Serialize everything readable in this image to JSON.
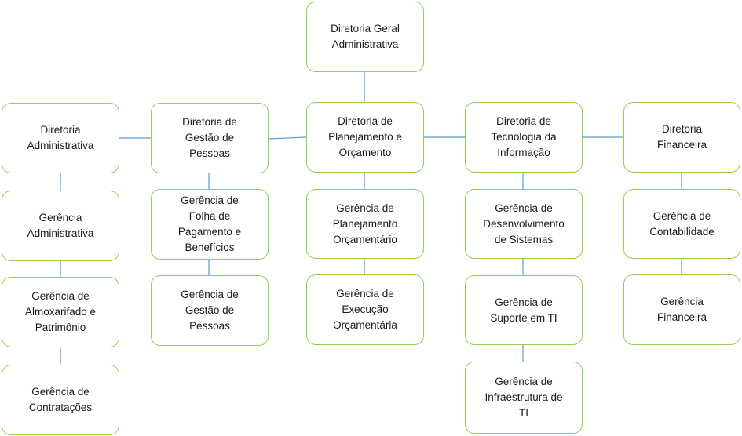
{
  "org": {
    "root": "Diretoria Geral\nAdministrativa",
    "directorates": [
      {
        "label": "Diretoria\nAdministrativa",
        "units": [
          "Gerência\nAdministrativa",
          "Gerência de\nAlmoxarifado e\nPatrimônio",
          "Gerência de\nContratações"
        ]
      },
      {
        "label": "Diretoria de\nGestão de\nPessoas",
        "units": [
          "Gerência de\nFolha de\nPagamento e\nBenefícios",
          "Gerência de\nGestão de\nPessoas"
        ]
      },
      {
        "label": "Diretoria de\nPlanejamento e\nOrçamento",
        "units": [
          "Gerência de\nPlanejamento\nOrçamentário",
          "Gerência de\nExecução\nOrçamentária"
        ]
      },
      {
        "label": "Diretoria de\nTecnologia da\nInformação",
        "units": [
          "Gerência de\nDesenvolvimento\nde Sistemas",
          "Gerência de\nSuporte em TI",
          "Gerência de\nInfraestrutura de\nTI"
        ]
      },
      {
        "label": "Diretoria\nFinanceira",
        "units": [
          "Gerência de\nContabilidade",
          "Gerência\nFinanceira"
        ]
      }
    ]
  },
  "colors": {
    "box_border": "#92d050",
    "connector": "#5b9bd5",
    "text": "#1a1a1a"
  }
}
